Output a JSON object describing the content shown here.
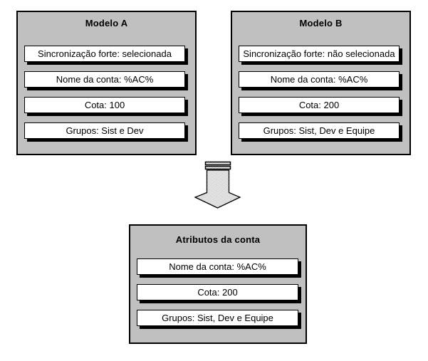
{
  "page": {
    "background": "#ffffff"
  },
  "colors": {
    "box_fill": "#c0c0c0",
    "row_fill": "#ffffff",
    "outline": "#000000",
    "row_shadow": "#000000",
    "arrow_dither_gray": "#c0c0c0",
    "arrow_dither_white": "#ffffff"
  },
  "diagram": {
    "model_a": {
      "title": "Modelo A",
      "rows": [
        "Sincronização forte: selecionada",
        "Nome da conta: %AC%",
        "Cota: 100",
        "Grupos: Sist e Dev"
      ]
    },
    "model_b": {
      "title": "Modelo B",
      "rows": [
        "Sincronização forte: não selecionada",
        "Nome da conta: %AC%",
        "Cota: 200",
        "Grupos: Sist, Dev e Equipe"
      ]
    },
    "result": {
      "title": "Atributos da conta",
      "rows": [
        "Nome da conta: %AC%",
        "Cota: 200",
        "Grupos: Sist, Dev e Equipe"
      ]
    },
    "arrow": {
      "icon": "merge-down-arrow"
    }
  }
}
